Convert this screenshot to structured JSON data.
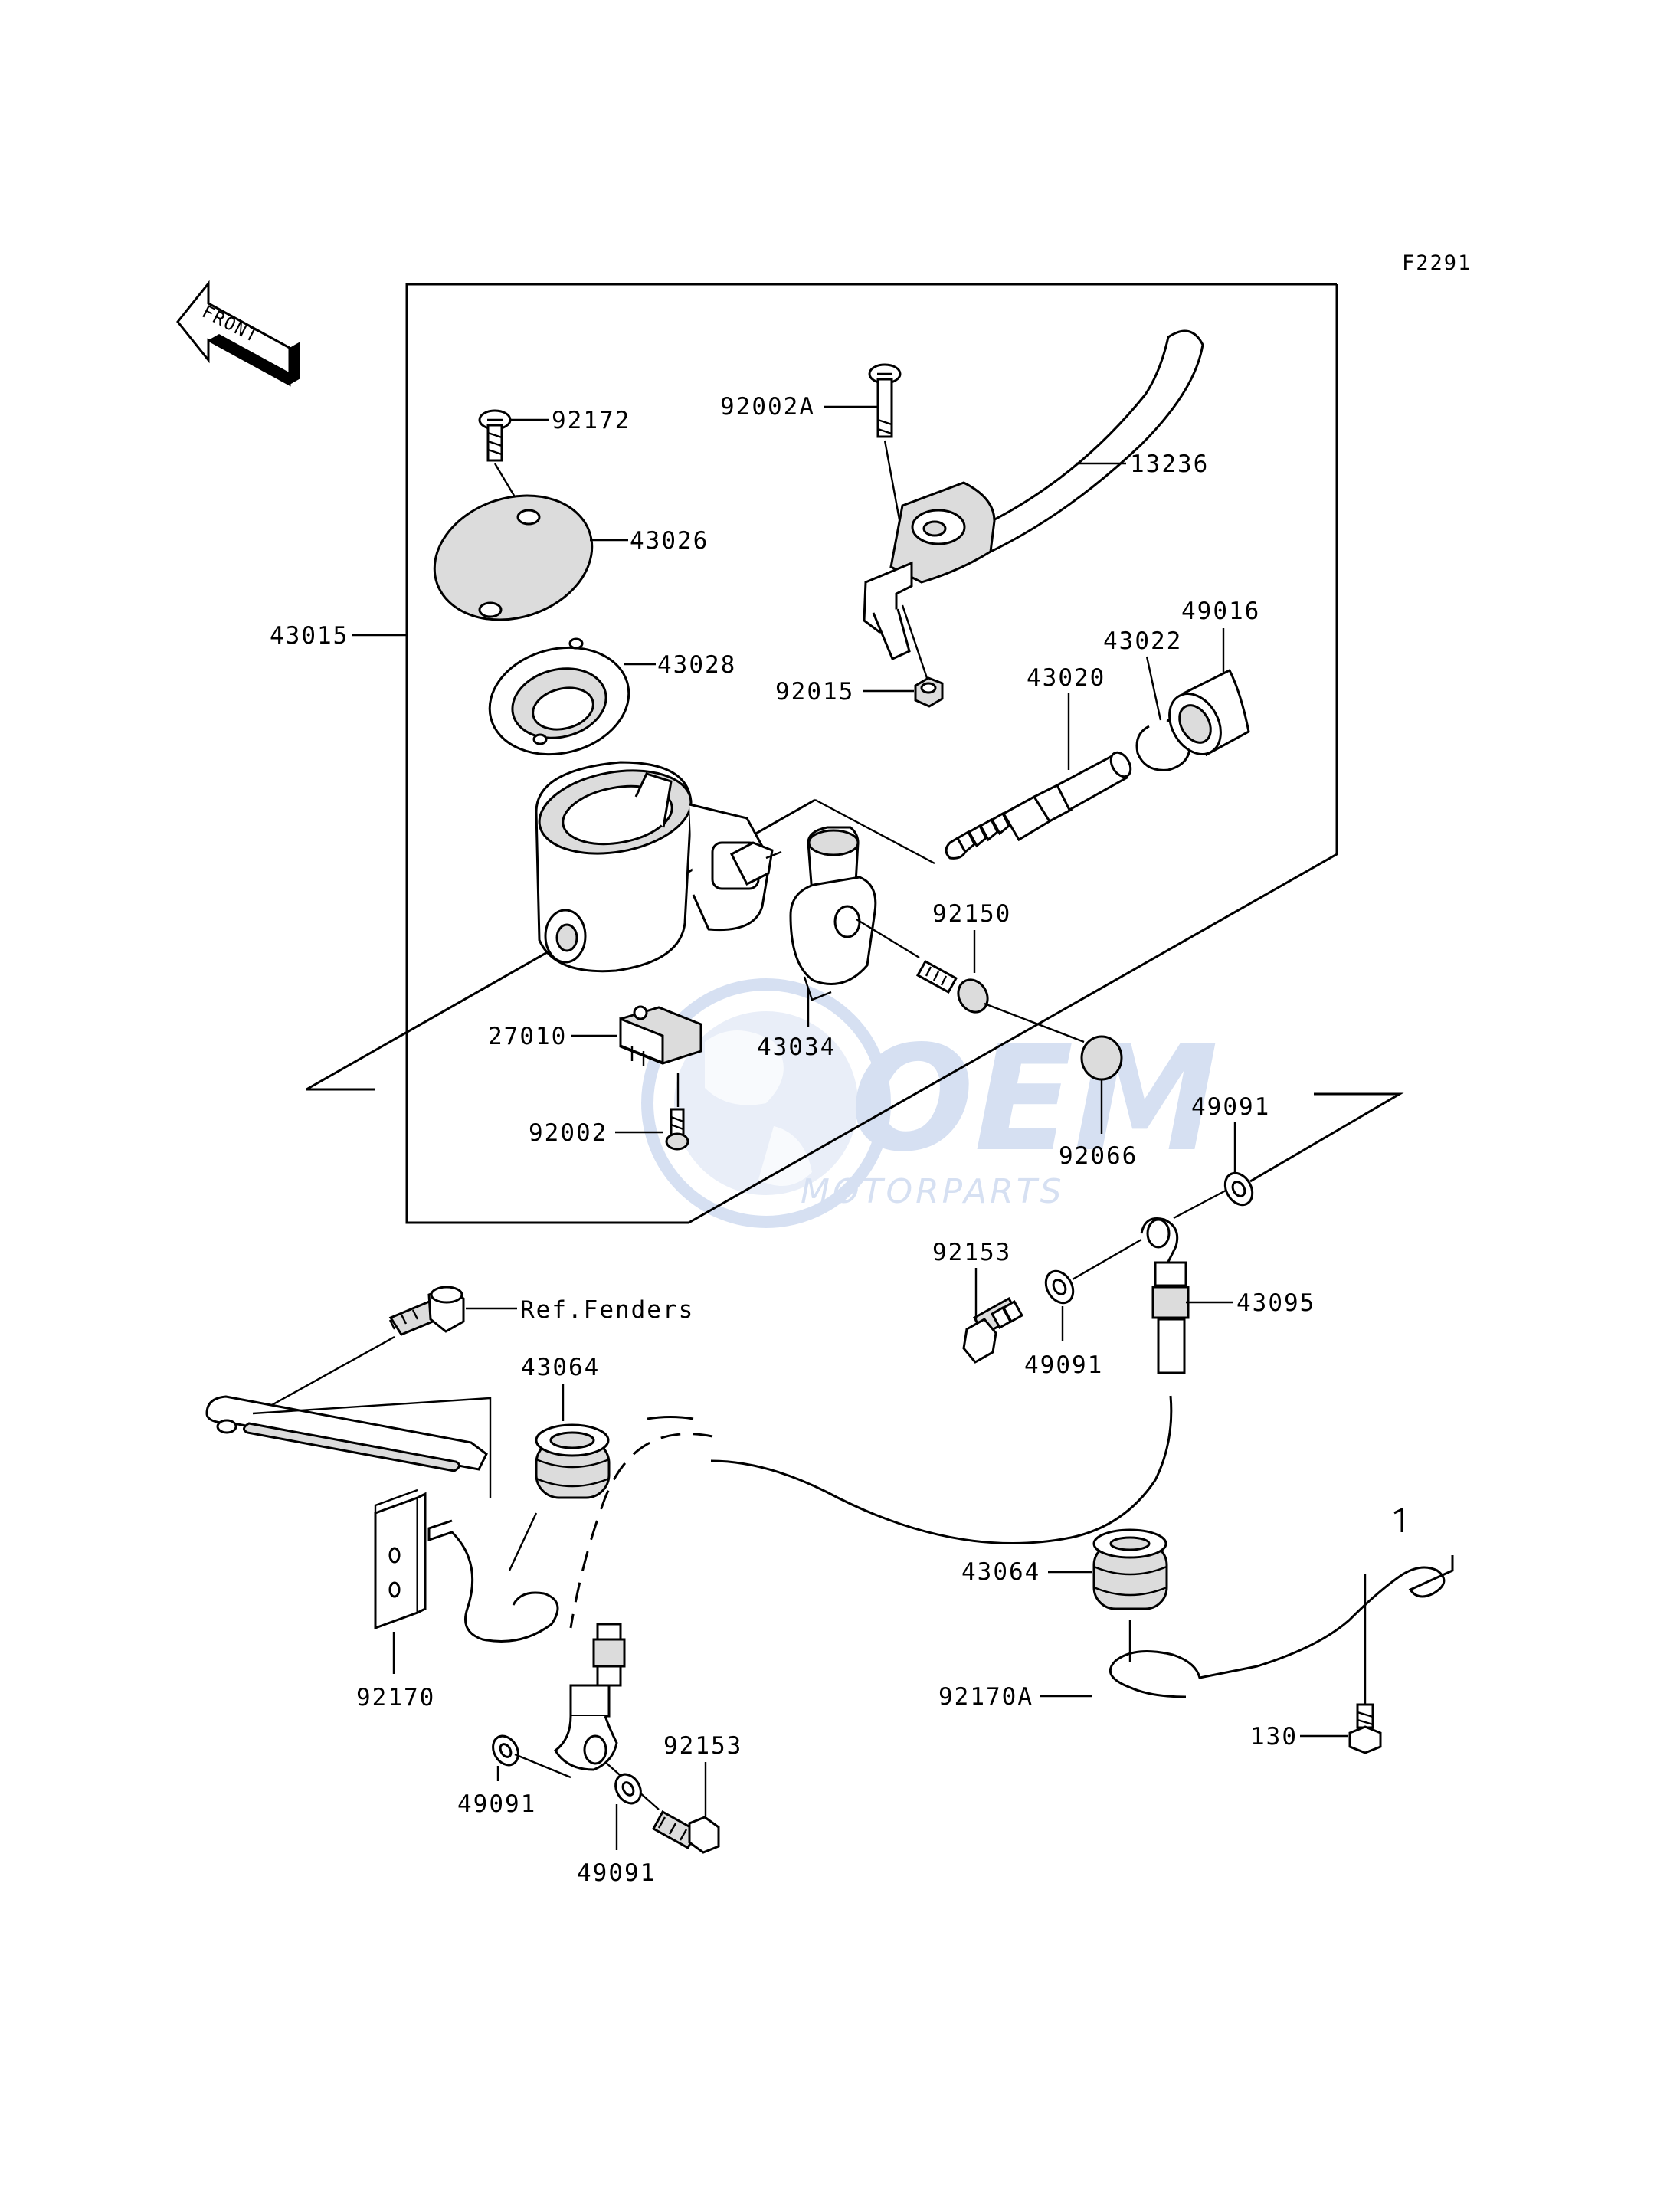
{
  "figure_code": "F2291",
  "front_arrow_label": "FRONT",
  "watermark": {
    "brand": "OEM",
    "tagline": "MOTORPARTS",
    "color": "#4a78c8"
  },
  "labels": {
    "p92172": "92172",
    "p43026": "43026",
    "p43015": "43015",
    "p43028": "43028",
    "p92002A": "92002A",
    "p13236": "13236",
    "p92015": "92015",
    "p43020": "43020",
    "p43022": "43022",
    "p49016": "49016",
    "p92150": "92150",
    "p27010": "27010",
    "p43034": "43034",
    "p92002": "92002",
    "p92066": "92066",
    "p49091_top": "49091",
    "p92153_top": "92153",
    "p43095": "43095",
    "p49091_mid": "49091",
    "ref_fenders": "Ref.Fenders",
    "p43064_left": "43064",
    "p43064_right": "43064",
    "p92170": "92170",
    "p92170A": "92170A",
    "p130": "130",
    "p92153_bottom": "92153",
    "p49091_bl": "49091",
    "p49091_bm": "49091"
  }
}
